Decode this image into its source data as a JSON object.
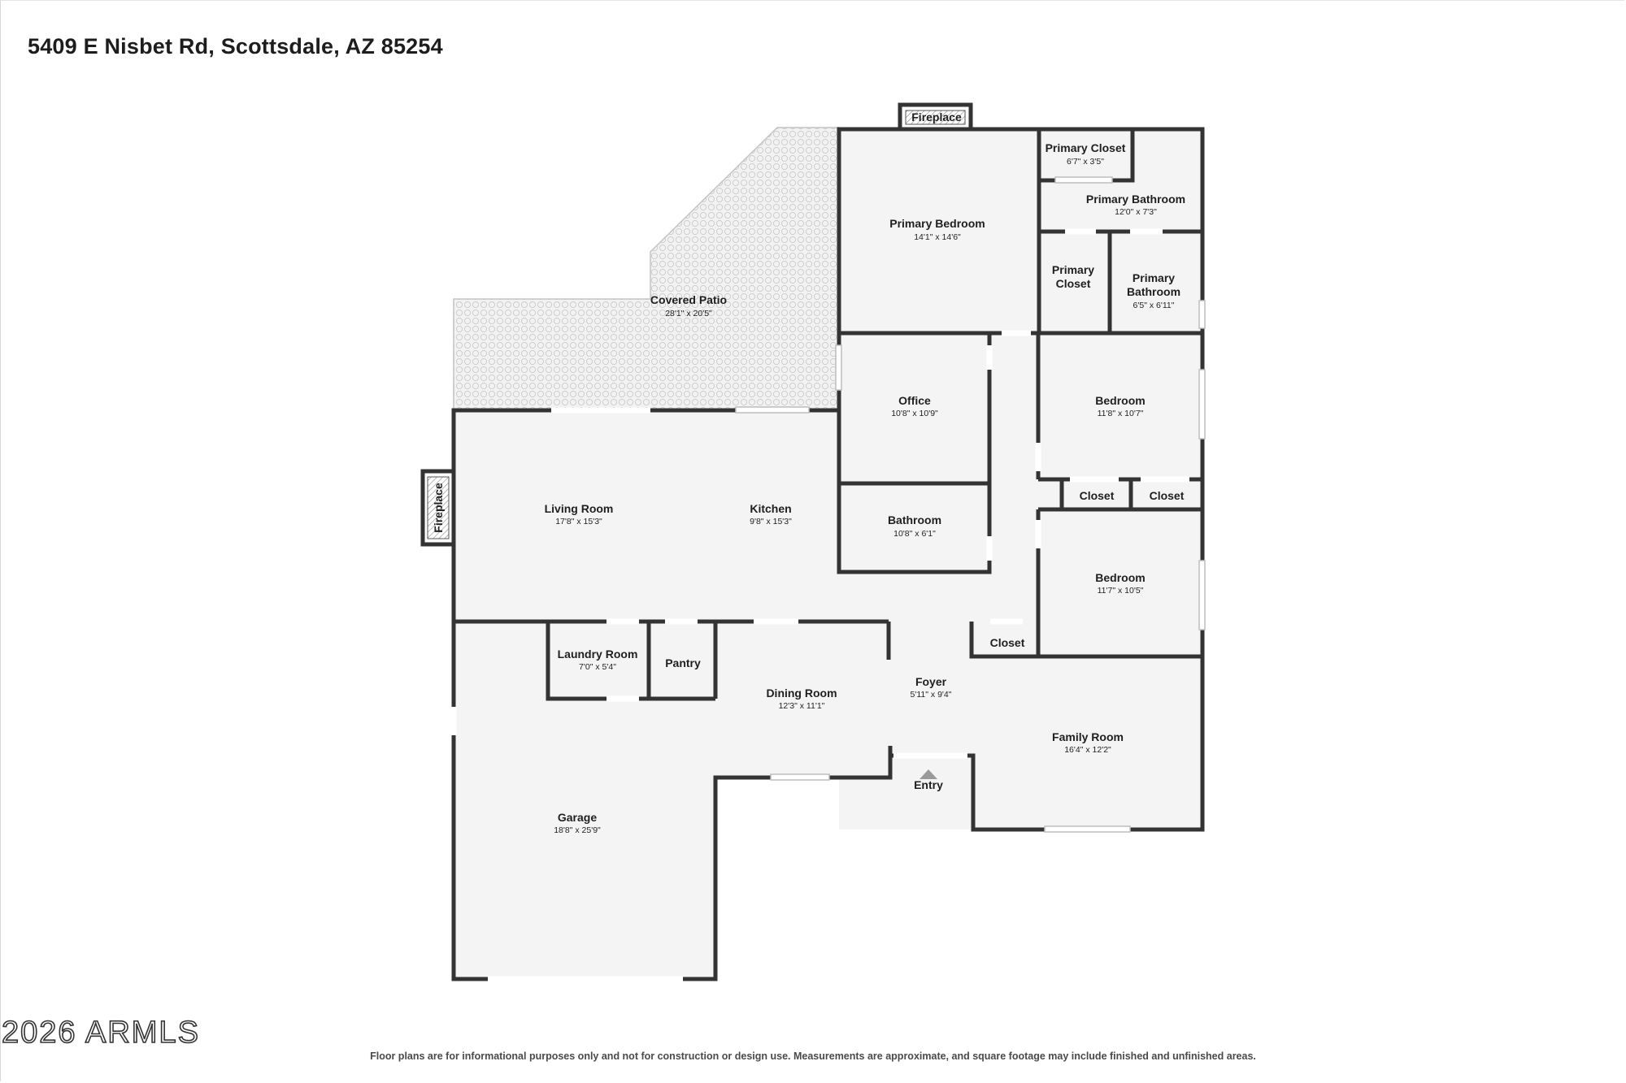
{
  "header": {
    "address": "5409 E Nisbet Rd, Scottsdale, AZ 85254"
  },
  "footer": {
    "watermark": "2026 ARMLS",
    "disclaimer": "Floor plans are for informational purposes only and not for construction or design use. Measurements are approximate, and square footage may include finished and unfinished areas."
  },
  "rooms": {
    "fireplace_top": "Fireplace",
    "fireplace_left": "Fireplace",
    "covered_patio": {
      "name": "Covered Patio",
      "dims": "28'1\" x 20'5\""
    },
    "primary_bedroom": {
      "name": "Primary Bedroom",
      "dims": "14'1\" x 14'6\""
    },
    "primary_closet_1": {
      "name": "Primary Closet",
      "dims": "6'7\" x 3'5\""
    },
    "primary_bathroom_1": {
      "name": "Primary Bathroom",
      "dims": "12'0\" x 7'3\""
    },
    "primary_closet_2": {
      "name_1": "Primary",
      "name_2": "Closet"
    },
    "primary_bathroom_2": {
      "name_1": "Primary",
      "name_2": "Bathroom",
      "dims": "6'5\" x 6'11\""
    },
    "office": {
      "name": "Office",
      "dims": "10'8\" x 10'9\""
    },
    "bedroom_1": {
      "name": "Bedroom",
      "dims": "11'8\" x 10'7\""
    },
    "closet_1": "Closet",
    "closet_2": "Closet",
    "bathroom": {
      "name": "Bathroom",
      "dims": "10'8\" x 6'1\""
    },
    "bedroom_2": {
      "name": "Bedroom",
      "dims": "11'7\" x 10'5\""
    },
    "living_room": {
      "name": "Living Room",
      "dims": "17'8\" x 15'3\""
    },
    "kitchen": {
      "name": "Kitchen",
      "dims": "9'8\" x 15'3\""
    },
    "closet_3": "Closet",
    "laundry_room": {
      "name": "Laundry Room",
      "dims": "7'0\" x 5'4\""
    },
    "pantry": "Pantry",
    "dining_room": {
      "name": "Dining Room",
      "dims": "12'3\" x 11'1\""
    },
    "foyer": {
      "name": "Foyer",
      "dims": "5'11\" x 9'4\""
    },
    "family_room": {
      "name": "Family Room",
      "dims": "16'4\" x 12'2\""
    },
    "entry": "Entry",
    "garage": {
      "name": "Garage",
      "dims": "18'8\" x 25'9\""
    }
  },
  "colors": {
    "wall": "#333333",
    "floor": "#f4f4f4",
    "patio": "#eeeeee"
  }
}
